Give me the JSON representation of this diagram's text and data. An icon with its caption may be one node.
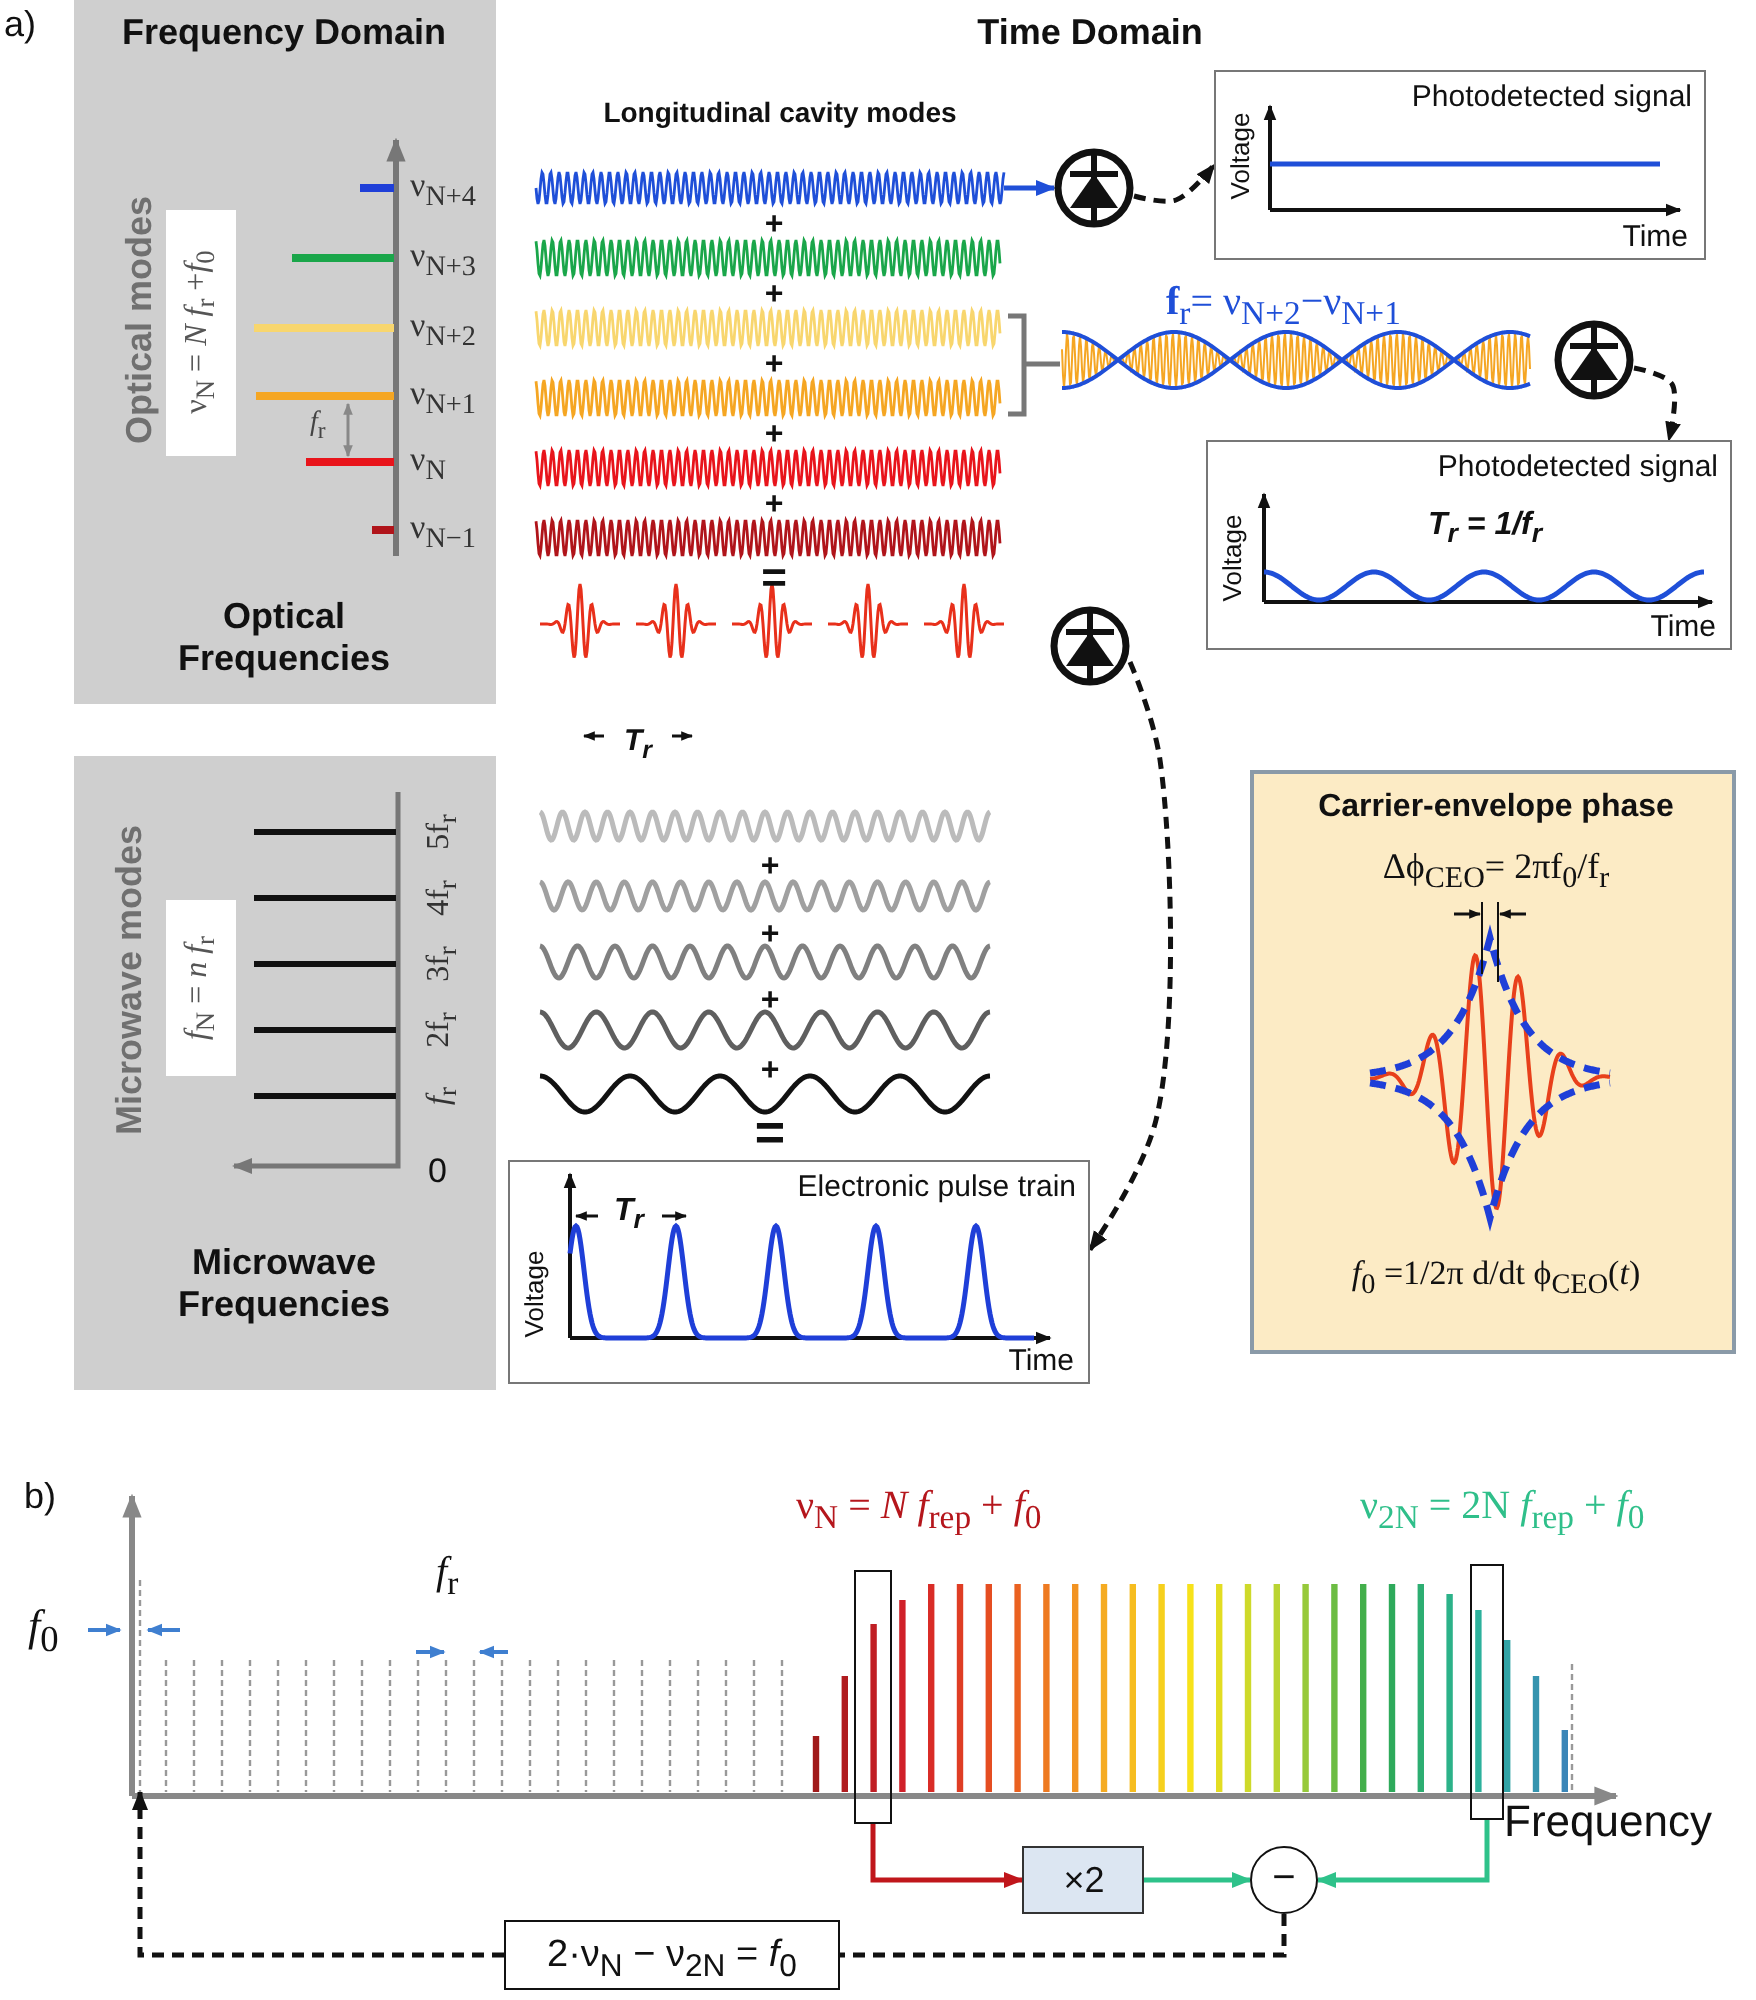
{
  "diagram": {
    "nodes": [
      {
        "text": [
          "Frequency Domain",
          "Optical modes",
          "Optical Frequencies"
        ]
      },
      {
        "text": [
          "ν$_{N}$ = *N f*$_{r}$ +*f*$_{0}$"
        ],
        "in": 0
      },
      {
        "text": [],
        "shape": "wave"
      },
      {
        "text": [],
        "shape": "photodiode"
      },
      {
        "text": [
          "Photodetected signal",
          "Voltage",
          "Time"
        ]
      },
      {
        "text": [],
        "shape": "photodiode"
      },
      {
        "text": [
          "Photodetected signal",
          "T$_{r}$ = 1/f$_{r}$",
          "Voltage",
          "Time"
        ]
      },
      {
        "text": [],
        "shape": "photodiode"
      },
      {
        "text": [
          "Microwave modes",
          "Microwave Frequencies"
        ]
      },
      {
        "text": [
          "*f*$_{N}$ = *n f*$_{r}$"
        ],
        "in": 8
      },
      {
        "text": [
          "Electronic pulse train",
          "T$_{r}$",
          "Voltage",
          "Time"
        ]
      },
      {
        "text": [
          "Carrier-envelope phase",
          "Δϕ$_{CEO}$= 2πf$_{0}$/f$_{r}$",
          "*f*$_{0}$ =1/2π d/dt ϕ$_{CEO}$(*t*)"
        ]
      },
      {
        "text": [],
        "shape": "box"
      },
      {
        "text": [],
        "shape": "box"
      },
      {
        "text": [
          "×2"
        ]
      },
      {
        "text": [
          "−"
        ]
      },
      {
        "text": [
          "2·ν$_{N}$ − ν$_{2N}$ = *f*$_{0}$"
        ]
      },
      {
        "text": [],
        "shape": "line"
      }
    ],
    "edges": [
      {
        "from": 2,
        "to": 3,
        "arrow": "to",
        "color": "#1f4fd8"
      },
      {
        "from": 3,
        "to": 4,
        "arrow": "to",
        "style": "dashed"
      },
      {
        "from": 5,
        "to": 6,
        "arrow": "to",
        "style": "dashed"
      },
      {
        "from": 7,
        "to": 10,
        "arrow": "to",
        "style": "dashed"
      },
      {
        "from": 12,
        "to": 14,
        "arrow": "to",
        "color": "#c0161b"
      },
      {
        "from": 14,
        "to": 15,
        "arrow": "to",
        "color": "#2ec28a"
      },
      {
        "from": 13,
        "to": 15,
        "arrow": "to",
        "color": "#2ec28a"
      },
      {
        "from": 15,
        "to": 16,
        "arrow": "none",
        "style": "dashed"
      },
      {
        "from": 16,
        "to": 17,
        "arrow": "to",
        "style": "dashed"
      }
    ],
    "labels": [
      "a)",
      "Time Domain",
      "Longitudinal cavity modes",
      "ν$_{N+4}$",
      "ν$_{N+3}$",
      "ν$_{N+2}$",
      "ν$_{N+1}$",
      "ν$_{N}$",
      "ν$_{N−1}$",
      "*f*$_{r}$",
      "+",
      "+",
      "+",
      "+",
      "+",
      "=",
      "**f**$_{r}$= ν$_{N+2}$−ν$_{N+1}$",
      "T$_{r}$",
      "5f$_{r}$",
      "4f$_{r}$",
      "3f$_{r}$",
      "2f$_{r}$",
      "*f*$_{r}$",
      "0",
      "+",
      "+",
      "+",
      "+",
      "=",
      "b)",
      "*f*$_{0}$",
      "*f*$_{r}$",
      "ν$_{N}$ = *N f*$_{rep}$ + *f*$_{0}$",
      "ν$_{2N}$ = 2N *f*$_{rep}$ + *f*$_{0}$",
      "Frequency"
    ]
  }
}
